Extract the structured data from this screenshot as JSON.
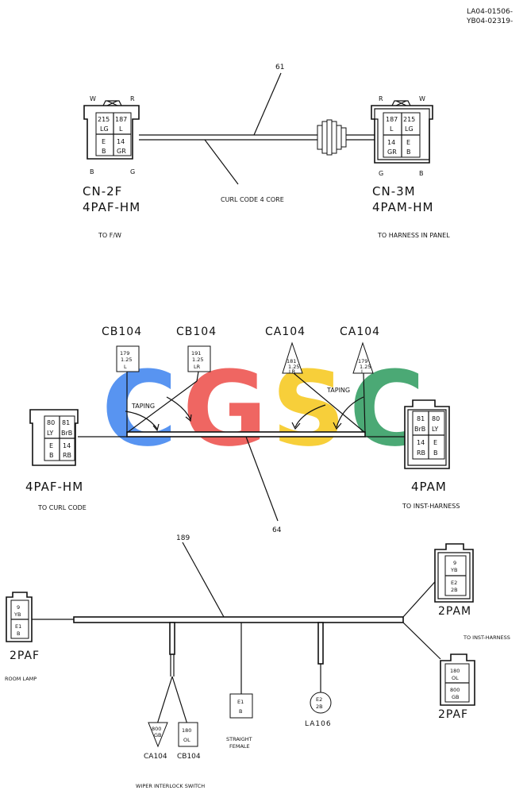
{
  "header": {
    "code1": "LA04-01506-",
    "code2": "YB04-02319-"
  },
  "watermark": {
    "letters": [
      "C",
      "G",
      "S",
      "C"
    ],
    "colors": [
      "#4a8cf0",
      "#ee5a55",
      "#f7cc2a",
      "#3ca26a"
    ]
  },
  "section1": {
    "wire_number": "61",
    "wire_label": "CURL CODE 4 CORE",
    "left": {
      "top_left": "W",
      "top_right": "R",
      "bottom_left": "B",
      "bottom_right": "G",
      "cells": [
        [
          "215",
          "LG"
        ],
        [
          "187",
          "L"
        ],
        [
          "E",
          "B"
        ],
        [
          "14",
          "GR"
        ]
      ],
      "name": "CN-2F",
      "type": "4PAF-HM",
      "dest": "TO F/W"
    },
    "right": {
      "top_left": "R",
      "top_right": "W",
      "bottom_left": "G",
      "bottom_right": "B",
      "cells": [
        [
          "187",
          "L"
        ],
        [
          "215",
          "LG"
        ],
        [
          "14",
          "GR"
        ],
        [
          "E",
          "B"
        ]
      ],
      "name": "CN-3M",
      "type": "4PAM-HM",
      "dest": "TO HARNESS IN PANEL"
    }
  },
  "section2": {
    "wire_number": "64",
    "taping": "TAPING",
    "tags": [
      {
        "name": "CB104",
        "num": "179",
        "sub": "1.25",
        "color": "L"
      },
      {
        "name": "CB104",
        "num": "191",
        "sub": "1.25",
        "color": "LR"
      },
      {
        "name": "CA104",
        "num": "181",
        "sub": "1.25",
        "color": "LR"
      },
      {
        "name": "CA104",
        "num": "179",
        "sub": "1.25",
        "color": "L"
      }
    ],
    "left": {
      "cells": [
        [
          "80",
          "LY"
        ],
        [
          "81",
          "BrB"
        ],
        [
          "E",
          "B"
        ],
        [
          "14",
          "RB"
        ]
      ],
      "type": "4PAF-HM",
      "dest": "TO CURL CODE"
    },
    "right": {
      "cells": [
        [
          "81",
          "BrB"
        ],
        [
          "80",
          "LY"
        ],
        [
          "14",
          "RB"
        ],
        [
          "E",
          "B"
        ]
      ],
      "type": "4PAM",
      "dest": "TO INST-HARNESS"
    }
  },
  "section3": {
    "wire_number": "189",
    "room": {
      "num": "9",
      "color": "YB",
      "num2": "E1",
      "color2": "B",
      "type": "2PAF",
      "label": "ROOM LAMP"
    },
    "pam": {
      "num": "9",
      "color": "YB",
      "num2": "E2",
      "color2": "2B",
      "type": "2PAM"
    },
    "paf": {
      "num": "180",
      "color": "OL",
      "num2": "800",
      "color2": "GB",
      "type": "2PAF"
    },
    "to_inst": "TO INST-HARNESS",
    "ca_tag": {
      "num": "800",
      "color": "GB",
      "name": "CA104"
    },
    "cb_tag": {
      "num": "180",
      "color": "OL",
      "name": "CB104"
    },
    "wiper": "WIPER INTERLOCK SWITCH",
    "straight": {
      "num": "E1",
      "color": "B",
      "label1": "STRAIGHT",
      "label2": "FEMALE"
    },
    "round": {
      "num": "E2",
      "color": "2B",
      "name": "LA106"
    }
  }
}
